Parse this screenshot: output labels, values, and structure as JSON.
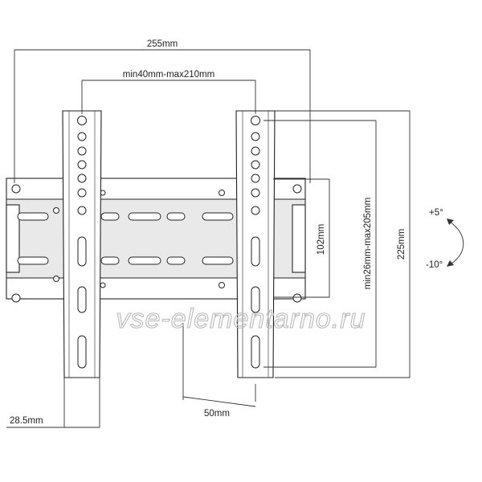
{
  "dimensions": {
    "overall_width": "255mm",
    "bracket_spacing": "min40mm-max210mm",
    "rail_spacing": "102mm",
    "vertical_range": "min26mm-max205mm",
    "overall_height": "225mm",
    "wall_distance": "50mm",
    "profile_depth": "28.5mm"
  },
  "tilt": {
    "up": "+5°",
    "down": "-10°"
  },
  "watermark": "vse-elementarno.ru"
}
